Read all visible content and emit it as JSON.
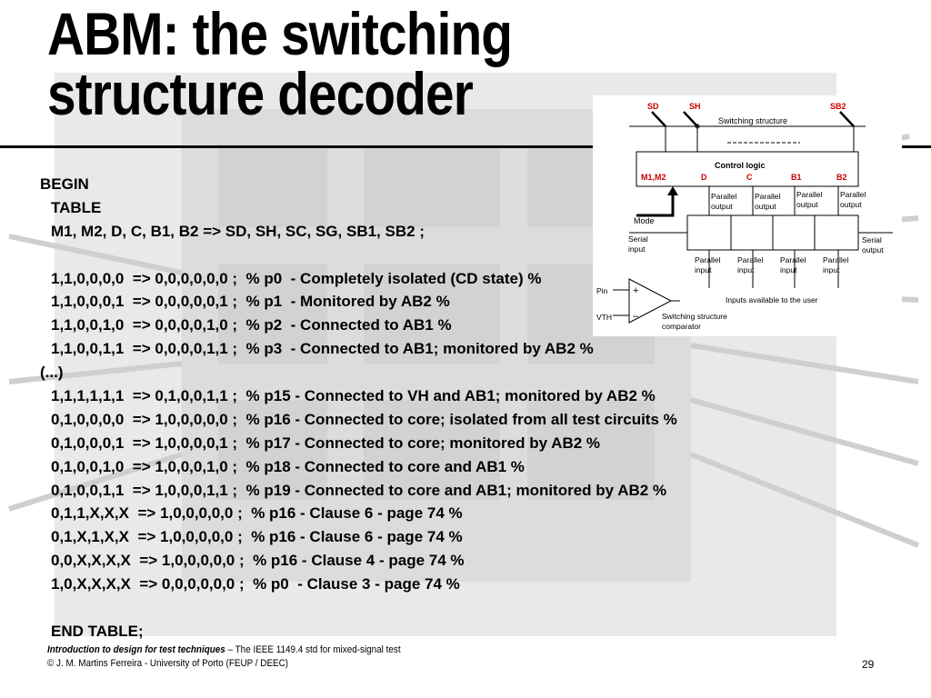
{
  "slide": {
    "title_line1": "ABM: the switching",
    "title_line2": "structure decoder",
    "code_lines": [
      {
        "text": "BEGIN",
        "indent": false
      },
      {
        "text": "TABLE",
        "indent": true
      },
      {
        "text": "M1, M2, D, C, B1, B2 => SD, SH, SC, SG, SB1, SB2 ;",
        "indent": true
      },
      {
        "text": "",
        "indent": true
      },
      {
        "text": "1,1,0,0,0,0  => 0,0,0,0,0,0 ;  % p0  - Completely isolated (CD state) %",
        "indent": true
      },
      {
        "text": "1,1,0,0,0,1  => 0,0,0,0,0,1 ;  % p1  - Monitored by AB2 %",
        "indent": true
      },
      {
        "text": "1,1,0,0,1,0  => 0,0,0,0,1,0 ;  % p2  - Connected to AB1 %",
        "indent": true
      },
      {
        "text": "1,1,0,0,1,1  => 0,0,0,0,1,1 ;  % p3  - Connected to AB1; monitored by AB2 %",
        "indent": true
      },
      {
        "text": "(...)",
        "indent": false
      },
      {
        "text": "1,1,1,1,1,1  => 0,1,0,0,1,1 ;  % p15 - Connected to VH and AB1; monitored by AB2 %",
        "indent": true
      },
      {
        "text": "0,1,0,0,0,0  => 1,0,0,0,0,0 ;  % p16 - Connected to core; isolated from all test circuits %",
        "indent": true
      },
      {
        "text": "0,1,0,0,0,1  => 1,0,0,0,0,1 ;  % p17 - Connected to core; monitored by AB2 %",
        "indent": true
      },
      {
        "text": "0,1,0,0,1,0  => 1,0,0,0,1,0 ;  % p18 - Connected to core and AB1 %",
        "indent": true
      },
      {
        "text": "0,1,0,0,1,1  => 1,0,0,0,1,1 ;  % p19 - Connected to core and AB1; monitored by AB2 %",
        "indent": true
      },
      {
        "text": "0,1,1,X,X,X  => 1,0,0,0,0,0 ;  % p16 - Clause 6 - page 74 %",
        "indent": true
      },
      {
        "text": "0,1,X,1,X,X  => 1,0,0,0,0,0 ;  % p16 - Clause 6 - page 74 %",
        "indent": true
      },
      {
        "text": "0,0,X,X,X,X  => 1,0,0,0,0,0 ;  % p16 - Clause 4 - page 74 %",
        "indent": true
      },
      {
        "text": "1,0,X,X,X,X  => 0,0,0,0,0,0 ;  % p0  - Clause 3 - page 74 %",
        "indent": true
      },
      {
        "text": "",
        "indent": true
      },
      {
        "text": "END TABLE;",
        "indent": true
      }
    ]
  },
  "diagram": {
    "switch_labels": {
      "sd": "SD",
      "sh": "SH",
      "sb2": "SB2"
    },
    "switching_structure": "Switching structure",
    "control_logic": "Control logic",
    "control_inputs": [
      "M1,M2",
      "D",
      "C",
      "B1",
      "B2"
    ],
    "parallel_output": "Parallel output",
    "parallel_input": "Parallel input",
    "mode": "Mode",
    "serial_input": "Serial input",
    "serial_output": "Serial output",
    "inputs_available": "Inputs available to the user",
    "comparator": "Switching structure comparator",
    "pin": "Pin",
    "vth": "VTH",
    "plus": "+",
    "minus": "–",
    "accent_color": "#cc0000"
  },
  "footer": {
    "course_title": "Introduction to design for test techniques",
    "course_subtitle": " – The IEEE 1149.4 std for mixed-signal test",
    "copyright": "© J. M. Martins Ferreira - University of Porto (FEUP / DEEC)",
    "page_number": "29"
  }
}
